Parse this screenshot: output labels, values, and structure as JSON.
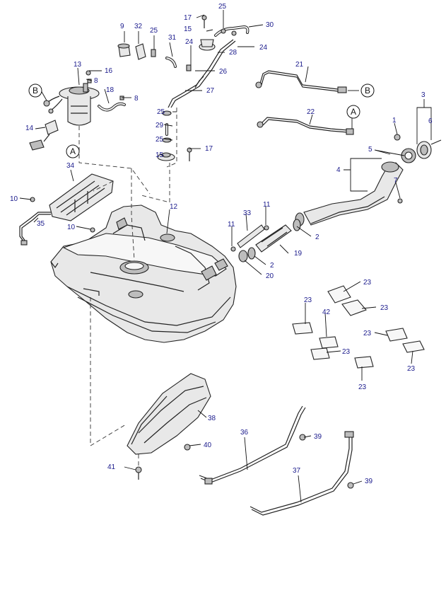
{
  "callouts": {
    "c1": "1",
    "c2a": "2",
    "c2b": "2",
    "c3": "3",
    "c4": "4",
    "c5": "5",
    "c6": "6",
    "c7": "7",
    "c8a": "8",
    "c8b": "8",
    "c9": "9",
    "c10a": "10",
    "c10b": "10",
    "c11a": "11",
    "c11b": "11",
    "c12": "12",
    "c13": "13",
    "c14": "14",
    "c15a": "15",
    "c15b": "15",
    "c16": "16",
    "c17a": "17",
    "c17b": "17",
    "c18": "18",
    "c19": "19",
    "c20": "20",
    "c21": "21",
    "c22": "22",
    "c23a": "23",
    "c23b": "23",
    "c23c": "23",
    "c23d": "23",
    "c23e": "23",
    "c23f": "23",
    "c23g": "23",
    "c24a": "24",
    "c24b": "24",
    "c25a": "25",
    "c25b": "25",
    "c25c": "25",
    "c25d": "25",
    "c26": "26",
    "c27": "27",
    "c28": "28",
    "c29": "29",
    "c30": "30",
    "c31": "31",
    "c32": "32",
    "c33": "33",
    "c34": "34",
    "c35": "35",
    "c36": "36",
    "c37": "37",
    "c38": "38",
    "c39a": "39",
    "c39b": "39",
    "c40": "40",
    "c41": "41",
    "c42": "42"
  },
  "refs": {
    "b_left": "B",
    "b_right": "B",
    "a_left": "A",
    "a_right": "A"
  }
}
